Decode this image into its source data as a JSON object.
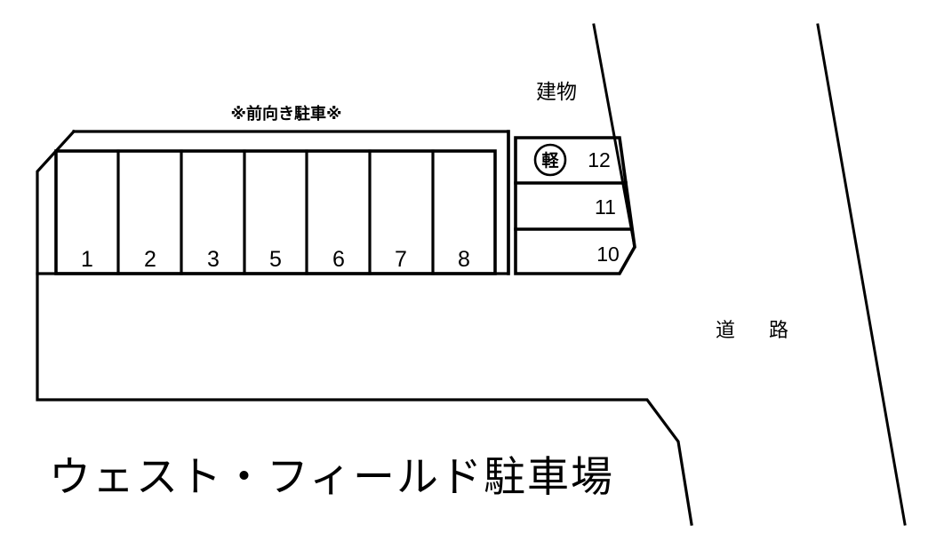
{
  "document": {
    "kind": "parking-lot-site-plan",
    "title": "ウェスト・フィールド駐車場",
    "background_color": "#ffffff",
    "line_color": "#000000"
  },
  "labels": {
    "front_parking_note": "※前向き駐車※",
    "building": "建物",
    "road": "道　路",
    "kei_badge": "軽"
  },
  "left_block": {
    "stalls": [
      {
        "number": "1"
      },
      {
        "number": "2"
      },
      {
        "number": "3"
      },
      {
        "number": "5"
      },
      {
        "number": "6"
      },
      {
        "number": "7"
      },
      {
        "number": "8"
      }
    ]
  },
  "right_block": {
    "stalls": [
      {
        "number": "12",
        "badge": "軽"
      },
      {
        "number": "11",
        "badge": ""
      },
      {
        "number": "10",
        "badge": ""
      }
    ]
  }
}
